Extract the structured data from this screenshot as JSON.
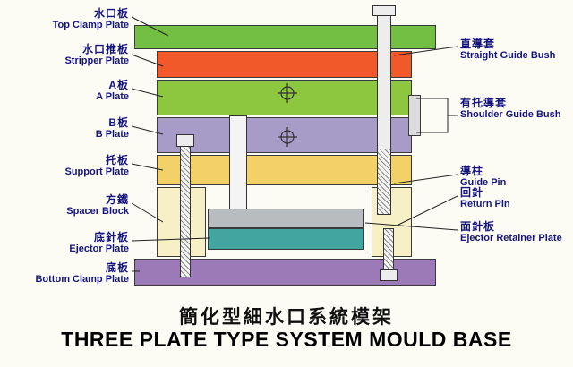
{
  "title": {
    "chinese": "簡化型細水口系統模架",
    "english": "THREE PLATE TYPE SYSTEM MOULD BASE"
  },
  "left_labels": [
    {
      "cn": "水口板",
      "en": "Top Clamp Plate"
    },
    {
      "cn": "水口推板",
      "en": "Stripper Plate"
    },
    {
      "cn": "A板",
      "en": "A Plate"
    },
    {
      "cn": "B板",
      "en": "B Plate"
    },
    {
      "cn": "托板",
      "en": "Support Plate"
    },
    {
      "cn": "方鐵",
      "en": "Spacer Block"
    },
    {
      "cn": "底針板",
      "en": "Ejector Plate"
    },
    {
      "cn": "底板",
      "en": "Bottom Clamp Plate"
    }
  ],
  "right_labels": [
    {
      "cn": "直導套",
      "en": "Straight Guide Bush"
    },
    {
      "cn": "有托導套",
      "en": "Shoulder Guide Bush"
    },
    {
      "cn": "導柱",
      "en": "Guide Pin"
    },
    {
      "cn": "回針",
      "en": "Return Pin"
    },
    {
      "cn": "面針板",
      "en": "Ejector Retainer Plate"
    }
  ],
  "colors": {
    "background": "#fdfcf4",
    "top_clamp_plate": "#72bf44",
    "stripper_plate": "#f1592a",
    "a_plate": "#8dc63f",
    "b_plate": "#a79cc8",
    "support_plate": "#f4d168",
    "spacer_block": "#f7efc6",
    "ejector_retainer_plate": "#b9bcbe",
    "ejector_plate": "#43a5a0",
    "bottom_clamp_plate": "#9c7ab8",
    "label_text": "#14147e",
    "leader_line": "#222222",
    "title_text": "#000000"
  }
}
